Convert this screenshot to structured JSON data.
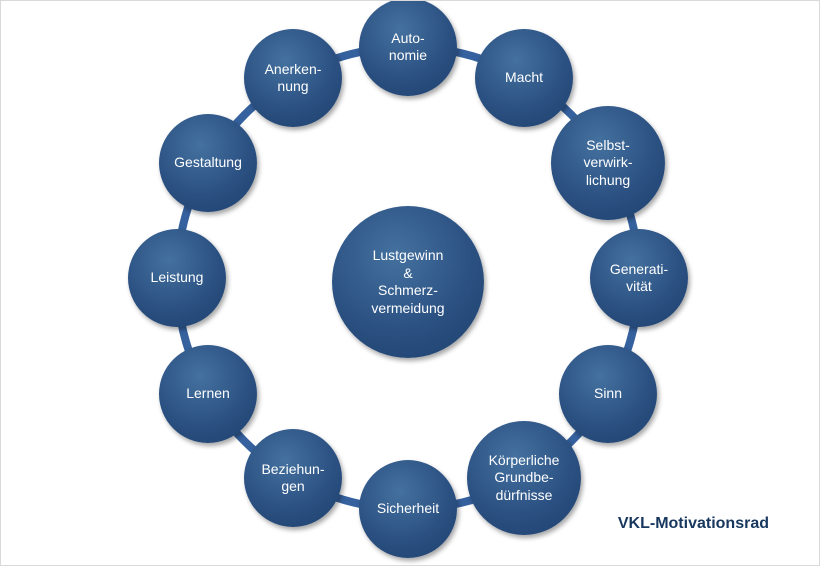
{
  "caption": "VKL-Motivationsrad",
  "colors": {
    "node_fill": "#2b5182",
    "node_fill_light": "#44719f",
    "ring": "#35619e",
    "label_text": "#ffffff",
    "caption_text": "#17375e",
    "background": "#ffffff"
  },
  "wheel": {
    "center": {
      "label": "Lustgewinn\n&\nSchmerz-\nvermeidung"
    },
    "nodes": [
      {
        "label": "Auto-\nnomie"
      },
      {
        "label": "Macht"
      },
      {
        "label": "Selbst-\nverwirk-\nlichung"
      },
      {
        "label": "Generati-\nvität"
      },
      {
        "label": "Sinn"
      },
      {
        "label": "Körperliche\nGrundbe-\ndürfnisse"
      },
      {
        "label": "Sicherheit"
      },
      {
        "label": "Beziehun-\ngen"
      },
      {
        "label": "Lernen"
      },
      {
        "label": "Leistung"
      },
      {
        "label": "Gestaltung"
      },
      {
        "label": "Anerken-\nnung"
      }
    ]
  }
}
